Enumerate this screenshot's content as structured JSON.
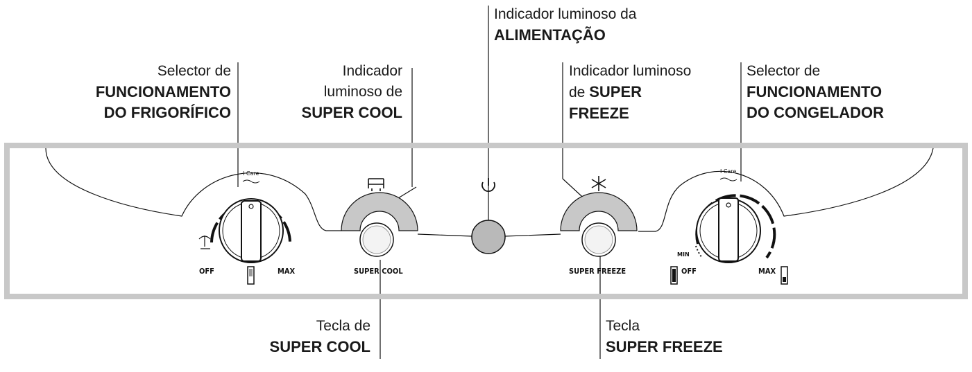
{
  "labels": {
    "power": {
      "line1": "Indicador luminoso da",
      "bold": "ALIMENTAÇÃO"
    },
    "fridge_selector": {
      "line1": "Selector de",
      "bold1": "FUNCIONAMENTO",
      "bold2": "DO FRIGORÍFICO"
    },
    "supercool_indicator": {
      "line1": "Indicador",
      "line2": "luminoso de",
      "bold": "SUPER COOL"
    },
    "superfreeze_indicator": {
      "line1": "Indicador luminoso",
      "line2": "de ",
      "bold1": "SUPER",
      "bold2": "FREEZE"
    },
    "freezer_selector": {
      "line1": "Selector de",
      "bold1": "FUNCIONAMENTO",
      "bold2": "DO CONGELADOR"
    },
    "supercool_key": {
      "line1": "Tecla de",
      "bold": "SUPER COOL"
    },
    "superfreeze_key": {
      "line1": "Tecla",
      "bold": "SUPER FREEZE"
    }
  },
  "panel": {
    "left_dial": {
      "top": "I Care",
      "off": "OFF",
      "max": "MAX"
    },
    "right_dial": {
      "top": "I Care",
      "min": "MIN",
      "off": "OFF",
      "max": "MAX"
    },
    "supercool_button": "SUPER COOL",
    "superfreeze_button": "SUPER FREEZE"
  },
  "colors": {
    "frame": "#c8c8c8",
    "lamp": "#c8c8c8",
    "power_lamp": "#b9b9b9"
  }
}
